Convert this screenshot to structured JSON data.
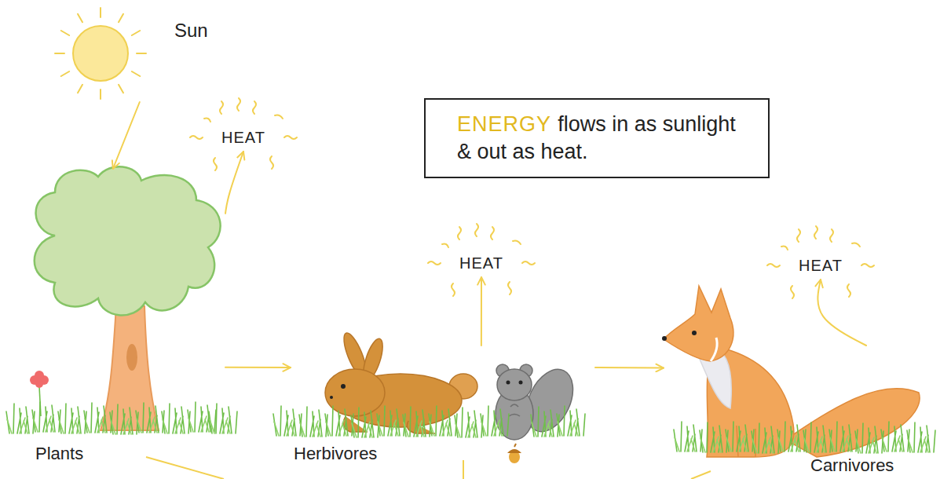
{
  "diagram": {
    "nodes": [
      {
        "text": [
          "Sun"
        ]
      },
      {
        "text": [
          "HEAT"
        ]
      },
      {
        "text": [
          "ENERGY",
          "flows in as sunlight & out as heat."
        ]
      },
      {
        "text": [
          "Plants"
        ]
      },
      {
        "text": [
          "HEAT"
        ]
      },
      {
        "text": [
          "HEAT"
        ]
      },
      {
        "text": [
          "Herbivores"
        ]
      },
      {
        "text": [
          "Carnivores"
        ]
      }
    ],
    "edges": [
      {
        "from": 0,
        "to": 3,
        "arrow": "to"
      },
      {
        "from": 3,
        "to": 1,
        "arrow": "to"
      },
      {
        "from": 3,
        "to": 6,
        "arrow": "to"
      },
      {
        "from": 6,
        "to": 4,
        "arrow": "to"
      },
      {
        "from": 6,
        "to": 7,
        "arrow": "to"
      },
      {
        "from": 7,
        "to": 5,
        "arrow": "to"
      }
    ]
  }
}
